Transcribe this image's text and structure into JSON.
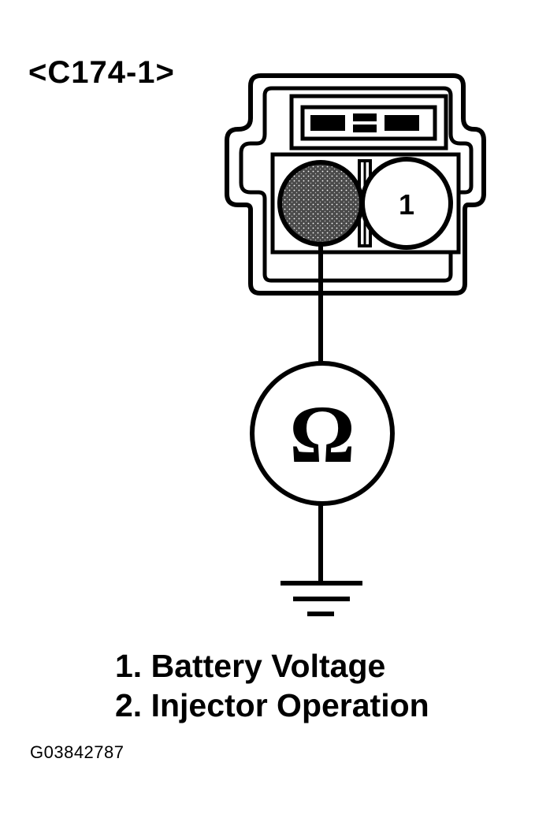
{
  "connector_id": "<C174-1>",
  "pin_label": "1",
  "meter_symbol": "Ω",
  "legend": [
    "1. Battery Voltage",
    "2. Injector Operation"
  ],
  "figure_id": "G03842787",
  "icons": {
    "meter": "ohmmeter-icon",
    "ground": "ground-icon"
  },
  "colors": {
    "line": "#000000",
    "background": "#ffffff",
    "probed_terminal": "#3a3a3a"
  }
}
